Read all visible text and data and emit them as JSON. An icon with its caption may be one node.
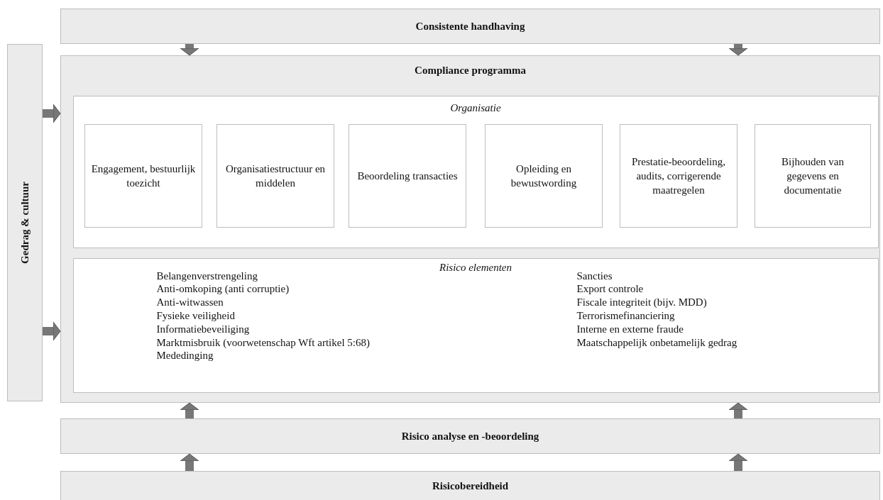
{
  "diagram": {
    "nodes": [
      {
        "text": [
          "Consistente handhaving"
        ]
      },
      {
        "text": [
          "Gedrag & cultuur"
        ]
      },
      {
        "text": [
          "Compliance programma"
        ]
      },
      {
        "text": [
          "Organisatie"
        ],
        "in": 2
      },
      {
        "text": [
          "Engagement, bestuurlijk toezicht"
        ],
        "in": 3
      },
      {
        "text": [
          "Organisatiestructuur en middelen"
        ],
        "in": 3
      },
      {
        "text": [
          "Beoordeling transacties"
        ],
        "in": 3
      },
      {
        "text": [
          "Opleiding en bewustwording"
        ],
        "in": 3
      },
      {
        "text": [
          "Prestatie-beoordeling, audits, corrigerende maatregelen"
        ],
        "in": 3
      },
      {
        "text": [
          "Bijhouden van gegevens en documentatie"
        ],
        "in": 3
      },
      {
        "text": [
          "Risico elementen",
          "Belangenverstrengeling",
          "Anti-omkoping (anti corruptie)",
          "Anti-witwassen",
          "Fysieke veiligheid",
          "Informatiebeveiliging",
          "Marktmisbruik (voorwetenschap Wft artikel 5:68)",
          "Mededinging",
          "Sancties",
          "Export controle",
          "Fiscale integriteit (bijv. MDD)",
          "Terrorismefinanciering",
          "Interne en externe fraude",
          "Maatschappelijk onbetamelijk gedrag"
        ],
        "in": 2
      },
      {
        "text": [
          "Risico analyse en -beoordeling"
        ]
      },
      {
        "text": [
          "Risicobereidheid"
        ]
      }
    ],
    "edges": [
      {
        "from": 0,
        "to": 2,
        "arrow": "to"
      },
      {
        "from": 0,
        "to": 2,
        "arrow": "to"
      },
      {
        "from": 1,
        "to": 2,
        "arrow": "to"
      },
      {
        "from": 1,
        "to": 2,
        "arrow": "to"
      },
      {
        "from": 11,
        "to": 2,
        "arrow": "to"
      },
      {
        "from": 11,
        "to": 2,
        "arrow": "to"
      },
      {
        "from": 12,
        "to": 11,
        "arrow": "to"
      },
      {
        "from": 12,
        "to": 11,
        "arrow": "to"
      }
    ]
  }
}
